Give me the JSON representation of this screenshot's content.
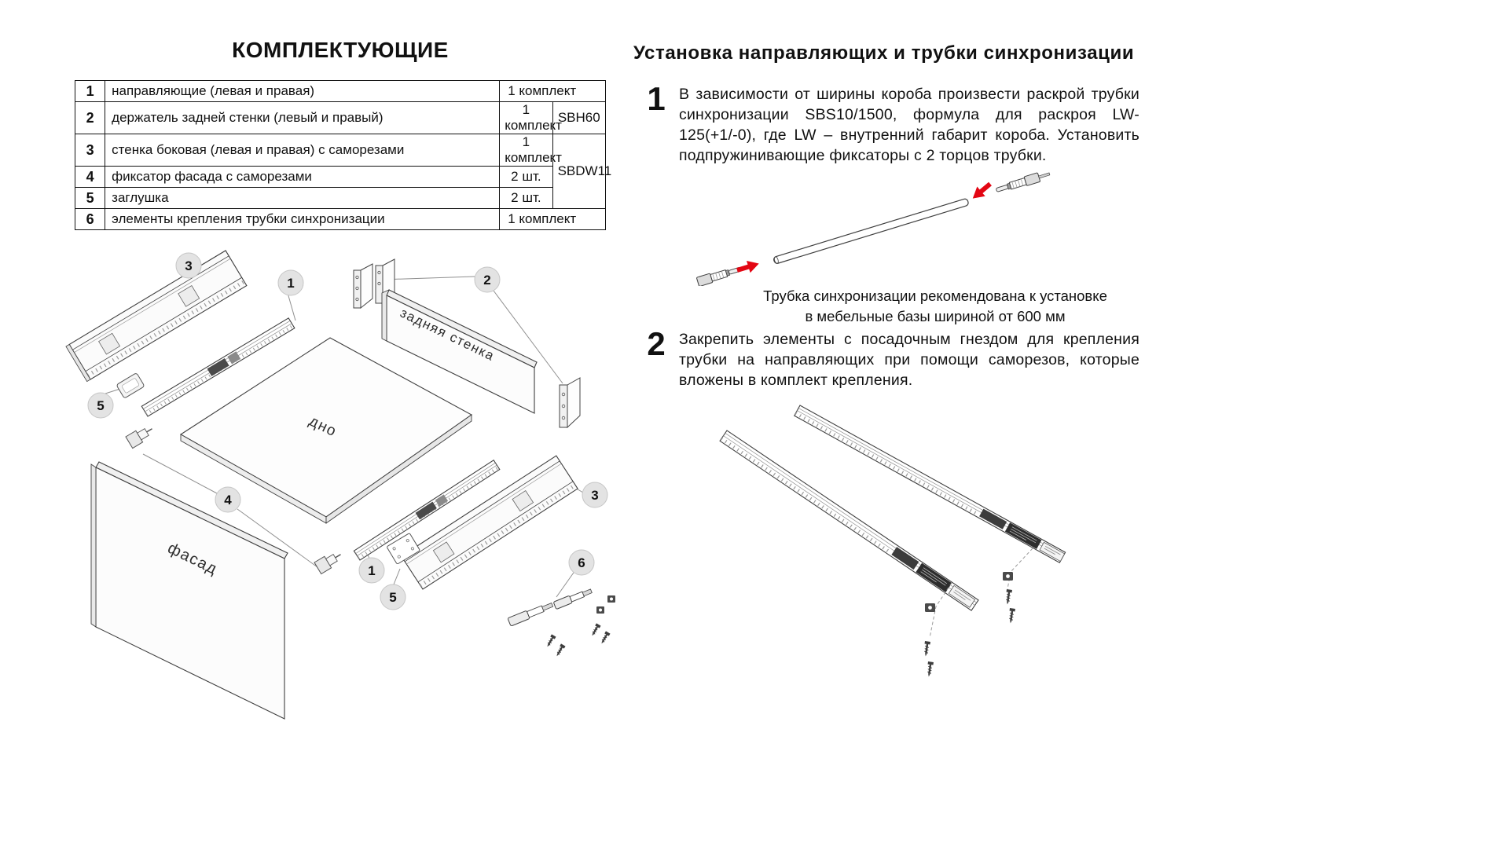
{
  "components": {
    "title": "КОМПЛЕКТУЮЩИЕ",
    "table": {
      "rows": [
        {
          "num": "1",
          "name": "направляющие (левая и правая)",
          "qty": "1 комплект"
        },
        {
          "num": "2",
          "name": "держатель задней стенки (левый и правый)",
          "qty": "1 комплект",
          "code": "SBH60"
        },
        {
          "num": "3",
          "name": "стенка боковая (левая и правая) с саморезами",
          "qty": "1 комплект",
          "code": "SBDW11"
        },
        {
          "num": "4",
          "name": "фиксатор фасада с саморезами",
          "qty": "2 шт."
        },
        {
          "num": "5",
          "name": "заглушка",
          "qty": "2 шт."
        },
        {
          "num": "6",
          "name": "элементы крепления трубки синхронизации",
          "qty": "1 комплект"
        }
      ]
    },
    "diagram_labels": {
      "back_wall": "задняя стенка",
      "bottom": "дно",
      "facade": "фасад"
    },
    "callouts": {
      "c1": "1",
      "c2": "2",
      "c3": "3",
      "c4": "4",
      "c5": "5",
      "c6": "6"
    }
  },
  "installation": {
    "title": "Установка направляющих и трубки синхронизации",
    "arrow_color": "#e30613",
    "step1": {
      "num": "1",
      "text": "В зависимости от ширины короба произвести раскрой трубки синхронизации SBS10/1500, формула для раскроя LW-125(+1/-0), где LW – внутренний габарит короба. Установить подпружинивающие фиксаторы с 2 торцов трубки.",
      "note_line1": "Трубка синхронизации рекомендована к установке",
      "note_line2": "в мебельные базы шириной от 600 мм"
    },
    "step2": {
      "num": "2",
      "text": "Закрепить элементы с посадочным гнездом для крепления трубки на направляющих при помощи саморезов, которые вложены в комплект крепления."
    }
  }
}
